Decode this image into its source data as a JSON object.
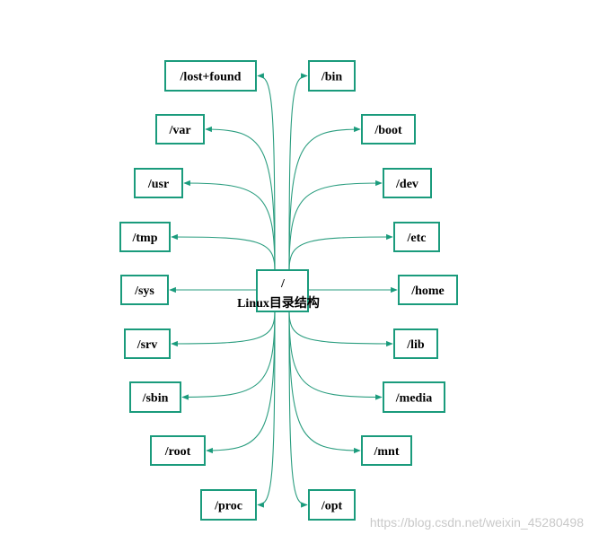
{
  "colors": {
    "box_border": "#1a9b7c",
    "edge": "#2a9d7f",
    "arrow": "#1a9b7c"
  },
  "root": {
    "label": "/",
    "sublabel": "Linux目录结构"
  },
  "nodes": [
    {
      "id": "lost-found",
      "label": "/lost+found"
    },
    {
      "id": "var",
      "label": "/var"
    },
    {
      "id": "usr",
      "label": "/usr"
    },
    {
      "id": "tmp",
      "label": "/tmp"
    },
    {
      "id": "sys",
      "label": "/sys"
    },
    {
      "id": "srv",
      "label": "/srv"
    },
    {
      "id": "sbin",
      "label": "/sbin"
    },
    {
      "id": "root",
      "label": "/root"
    },
    {
      "id": "proc",
      "label": "/proc"
    },
    {
      "id": "bin",
      "label": "/bin"
    },
    {
      "id": "boot",
      "label": "/boot"
    },
    {
      "id": "dev",
      "label": "/dev"
    },
    {
      "id": "etc",
      "label": "/etc"
    },
    {
      "id": "home",
      "label": "/home"
    },
    {
      "id": "lib",
      "label": "/lib"
    },
    {
      "id": "media",
      "label": "/media"
    },
    {
      "id": "mnt",
      "label": "/mnt"
    },
    {
      "id": "opt",
      "label": "/opt"
    }
  ],
  "watermark": "https://blog.csdn.net/weixin_45280498"
}
